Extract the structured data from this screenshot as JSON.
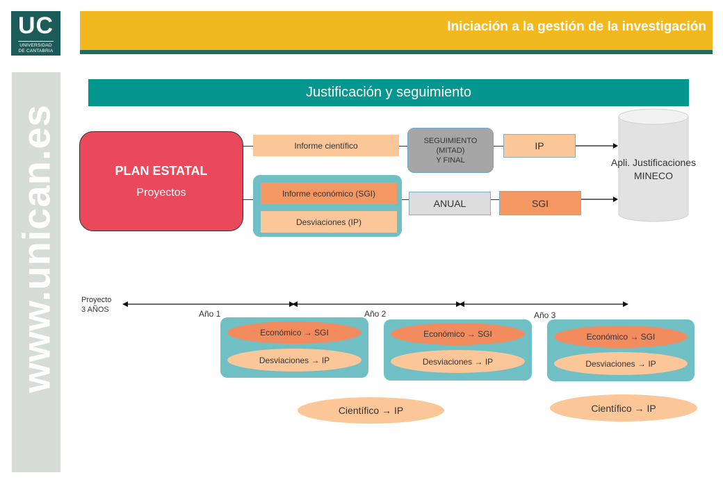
{
  "header": {
    "logo_uc": "UC",
    "logo_line1": "UNIVERSIDAD",
    "logo_line2": "DE CANTABRIA",
    "title": "Iniciación a la gestión de la investigación"
  },
  "sidebar": {
    "text": "www.unican.es"
  },
  "section_title": "Justificación y seguimiento",
  "plan": {
    "title": "PLAN ESTATAL",
    "subtitle": "Proyectos"
  },
  "flow": {
    "informe_cientifico": "Informe científico",
    "seguimiento_line1": "SEGUIMIENTO",
    "seguimiento_line2": "(MITAD)",
    "seguimiento_line3": "Y FINAL",
    "ip": "IP",
    "informe_economico": "Informe económico (SGI)",
    "desviaciones_ip": "Desviaciones (IP)",
    "anual": "ANUAL",
    "sgi": "SGI",
    "target_line1": "Apli. Justificaciones",
    "target_line2": "MINECO"
  },
  "timeline": {
    "proyecto_line1": "Proyecto",
    "proyecto_line2": "3 AÑOS",
    "years": [
      "Año 1",
      "Año 2",
      "Año 3"
    ],
    "economico": "Económico → SGI",
    "desviaciones": "Desviaciones → IP",
    "cientifico": "Científico → IP"
  },
  "colors": {
    "banner": "#f2b820",
    "teal_title": "#05978f",
    "plan_red": "#e9495a",
    "peach": "#fbc799",
    "orange": "#f49763",
    "group_teal": "#6fbfc4"
  }
}
